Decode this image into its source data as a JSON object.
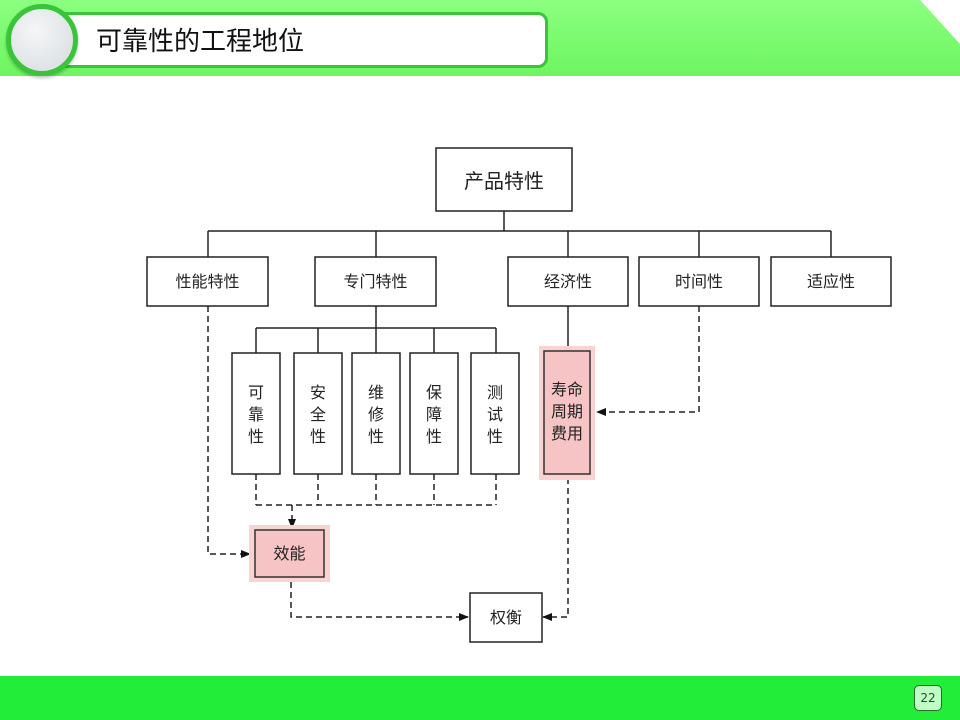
{
  "title": "可靠性的工程地位",
  "page_number": "22",
  "diagram": {
    "root": "产品特性",
    "level1": [
      "性能特性",
      "专门特性",
      "经济性",
      "时间性",
      "适应性"
    ],
    "special_traits": [
      "可靠性",
      "安全性",
      "维修性",
      "保障性",
      "测试性"
    ],
    "lifecycle_cost": "寿命周期费用",
    "effectiveness": "效能",
    "tradeoff": "权衡"
  },
  "colors": {
    "header_green": "#7cf870",
    "footer_green": "#22ee3a",
    "highlight_fill": "#f6c4c4",
    "highlight_border": "#e9a8a8"
  }
}
